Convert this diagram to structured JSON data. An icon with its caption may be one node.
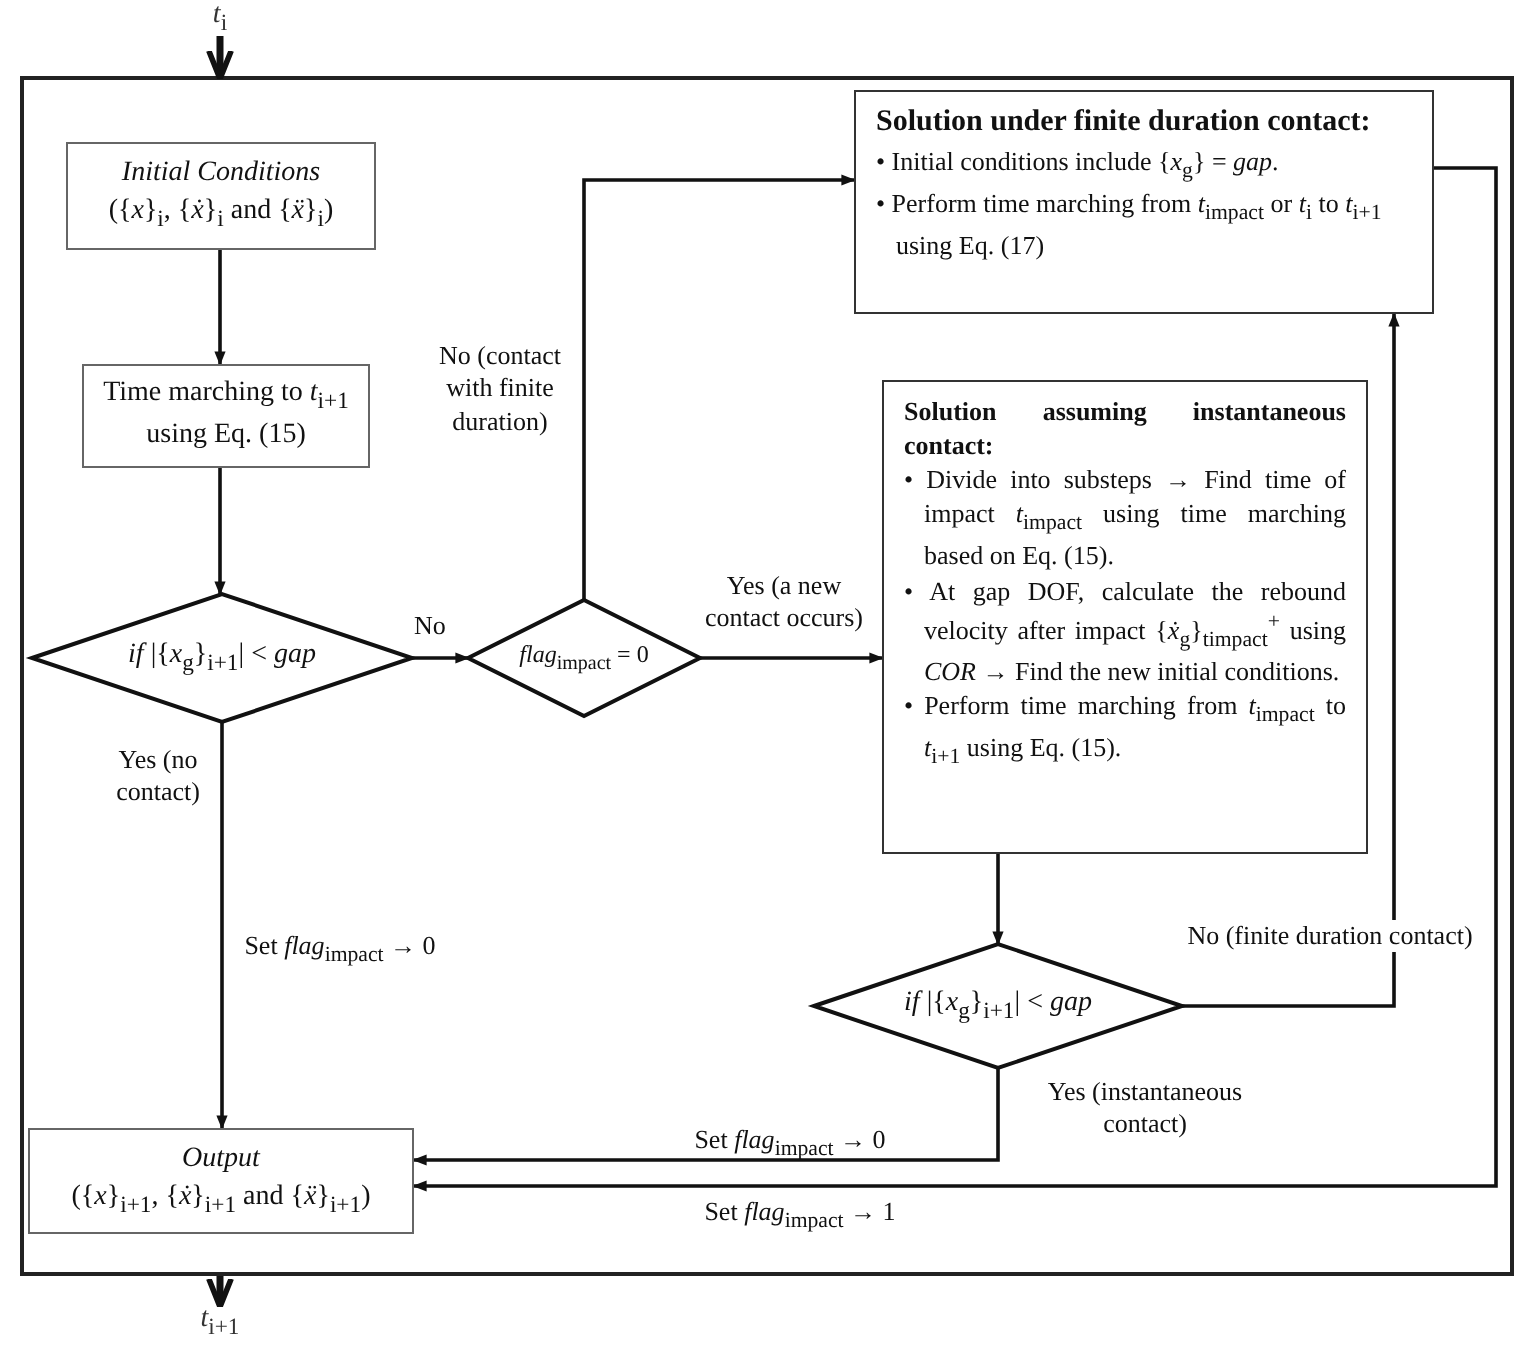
{
  "diagram": {
    "nodes": [
      {
        "text": [],
        "shape": "box"
      },
      {
        "text": [
          "*t*$_{i}$"
        ]
      },
      {
        "text": [
          "*Initial Conditions*",
          "({*x*}$_{i}$, {*ẋ*}$_{i}$ and {*ẍ*}$_{i}$)"
        ],
        "in": 0
      },
      {
        "text": [
          "Time marching to *t*$_{i+1}$ using Eq. (15)"
        ],
        "in": 0
      },
      {
        "text": [
          "*if* |{*x*$_{g}$}$_{i+1}$| < *gap*"
        ],
        "in": 0
      },
      {
        "text": [
          "*flag*$_{impact}$ = 0"
        ],
        "in": 0
      },
      {
        "text": [
          "Solution under finite duration contact:",
          "• Initial conditions include {*x*$_{g}$} = *gap*.",
          "• Perform time marching from *t*$_{impact}$ or *t*$_{i}$ to *t*$_{i+1}$ using Eq. (17)"
        ],
        "in": 0
      },
      {
        "text": [
          "Solution assuming instantaneous contact:",
          "• Divide into substeps → Find time of impact *t*$_{impact}$ using time marching based on Eq. (15).",
          "• At gap DOF, calculate the rebound velocity after impact {*ẋ*$_{g}$}$_{timpact}$$^{+}$ using *COR* → Find the new initial conditions.",
          "• Perform time marching from *t*$_{impact}$ to *t*$_{i+1}$ using Eq. (15)."
        ],
        "in": 0
      },
      {
        "text": [
          "*if* |{*x*$_{g}$}$_{i+1}$| < *gap*"
        ],
        "in": 0
      },
      {
        "text": [
          "*Output*",
          "({*x*}$_{i+1}$, {*ẋ*}$_{i+1}$ and {*ẍ*}$_{i+1}$)"
        ],
        "in": 0
      },
      {
        "text": [
          "*t*$_{i+1}$"
        ]
      }
    ],
    "edges": [
      {
        "from": 1,
        "to": 0,
        "arrow": "to",
        "style": "thick"
      },
      {
        "from": 2,
        "to": 3,
        "arrow": "to"
      },
      {
        "from": 3,
        "to": 4,
        "arrow": "to"
      },
      {
        "from": 4,
        "to": 5,
        "arrow": "to",
        "label": "No"
      },
      {
        "from": 4,
        "to": 9,
        "arrow": "to",
        "label": "Yes (no contact)"
      },
      {
        "from": 5,
        "to": 6,
        "arrow": "to",
        "label": "No (contact with finite duration)"
      },
      {
        "from": 5,
        "to": 7,
        "arrow": "to",
        "label": "Yes (a new contact occurs)"
      },
      {
        "from": 7,
        "to": 8,
        "arrow": "to"
      },
      {
        "from": 8,
        "to": 6,
        "arrow": "to",
        "label": "No (finite duration contact)"
      },
      {
        "from": 8,
        "to": 9,
        "arrow": "to",
        "label": "Yes (instantaneous contact)"
      },
      {
        "from": 6,
        "to": 9,
        "arrow": "to",
        "label": "Set *flag*$_{impact}$ → 1"
      },
      {
        "from": 0,
        "to": 10,
        "arrow": "to",
        "style": "thick"
      }
    ],
    "labels": [
      "Set *flag*$_{impact}$ → 0",
      "Set *flag*$_{impact}$ → 0"
    ]
  }
}
